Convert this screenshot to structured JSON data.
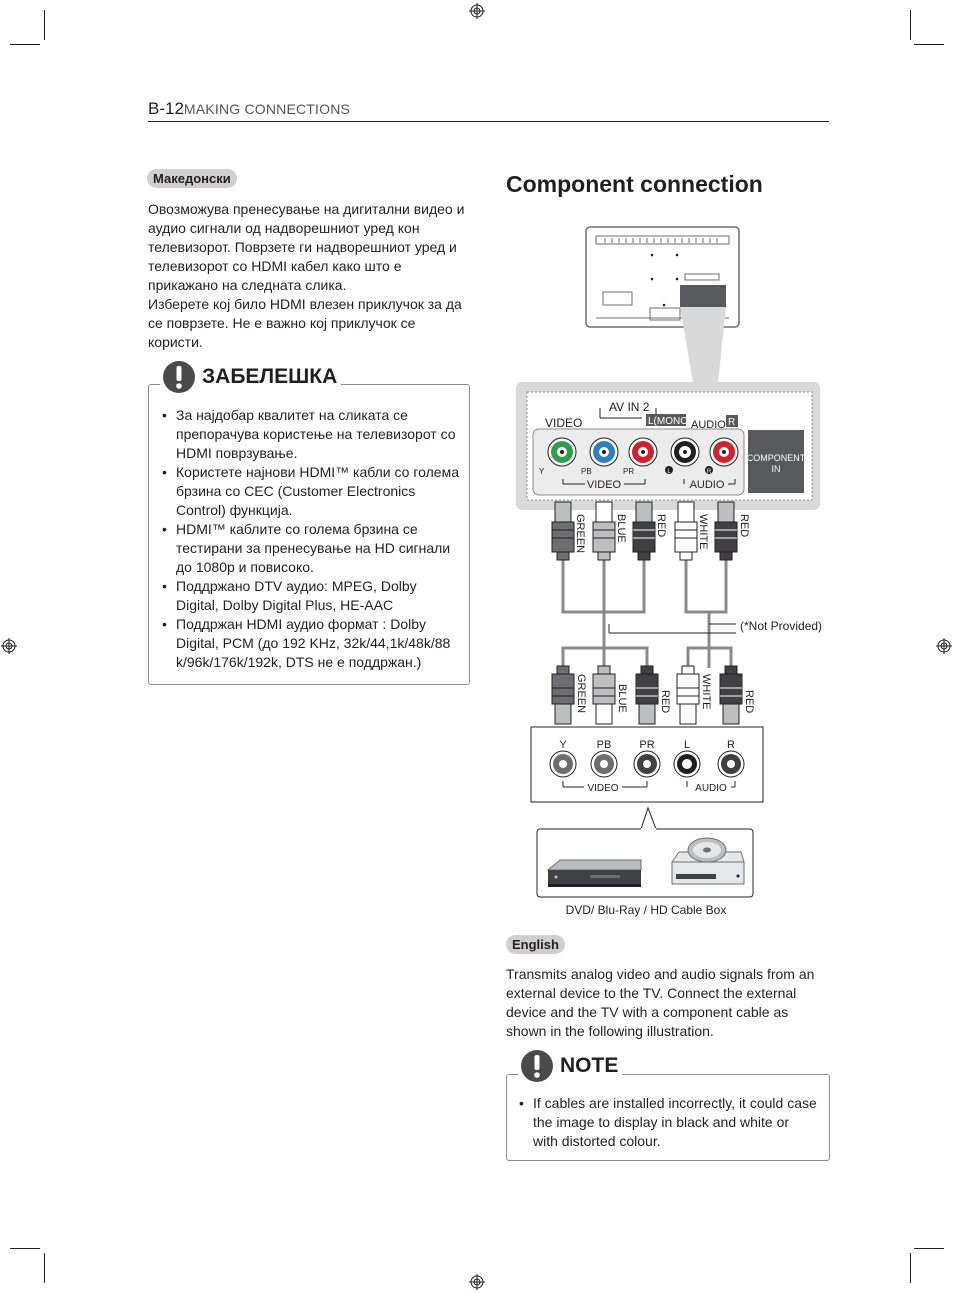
{
  "header": {
    "page_number": "B-12",
    "section_title": "MAKING CONNECTIONS"
  },
  "macedonian": {
    "lang_label": "Македонски",
    "paragraph1": "Овозможува пренесување на дигитални видео и аудио сигнали од надворешниот уред кон телевизорот. Поврзете ги надворешниот уред и телевизорот со HDMI кабел како што е прикажано на следната слика.",
    "paragraph2": "Изберете кој било HDMI влезен приклучок за да се поврзете. Не е важно кој приклучок се користи.",
    "note_title": "ЗАБЕЛЕШКА",
    "notes": [
      "За најдобар квалитет на сликата се препорачува користење на телевизорот со HDMI поврзување.",
      "Користете најнови HDMI™ кабли со голема брзина со CEC (Customer Electronics Control) функција.",
      "HDMI™ каблите со голема брзина се тестирани за пренесување на HD сигнали до 1080p и повисоко.",
      "Поддржано DTV аудио: MPEG, Dolby Digital, Dolby Digital Plus, HE-AAC",
      "Поддржан HDMI аудио формат : Dolby Digital, PCM (до 192 KHz, 32k/44,1k/48k/88 k/96k/176k/192k, DTS не е поддржан.)"
    ]
  },
  "component": {
    "title": "Component connection",
    "panel": {
      "av_in": "AV IN 2",
      "video_top": "VIDEO",
      "l_mono": "L(MONO)",
      "audio_r": "AUDIO",
      "r_label": "R",
      "y": "Y",
      "pb": "PB",
      "pr": "PR",
      "l_dot": "L",
      "r_dot": "R",
      "video_bottom": "VIDEO",
      "audio_bottom": "AUDIO",
      "component_in_1": "COMPONENT",
      "component_in_2": "IN"
    },
    "cable_labels_top": [
      "GREEN",
      "BLUE",
      "RED",
      "WHITE",
      "RED"
    ],
    "cable_labels_bottom": [
      "GREEN",
      "BLUE",
      "RED",
      "WHITE",
      "RED"
    ],
    "not_provided": "(*Not Provided)",
    "device_jacks": {
      "y": "Y",
      "pb": "PB",
      "pr": "PR",
      "l": "L",
      "r": "R",
      "video": "VIDEO",
      "audio": "AUDIO"
    },
    "device_caption": "DVD/ Blu-Ray / HD Cable Box"
  },
  "english": {
    "lang_label": "English",
    "paragraph": "Transmits analog video and audio signals from an external device to the TV. Connect the external device and the TV with a component cable as shown in the following illustration.",
    "note_title": "NOTE",
    "notes": [
      "If cables are installed incorrectly, it could case the image to display in black and white or with distorted colour."
    ]
  },
  "colors": {
    "green_jack": "#2e9e4a",
    "blue_jack": "#2b7fc2",
    "red_jack": "#d3202a",
    "panel_gray": "#e4e4e4",
    "pill_gray": "#cfcfcf"
  }
}
